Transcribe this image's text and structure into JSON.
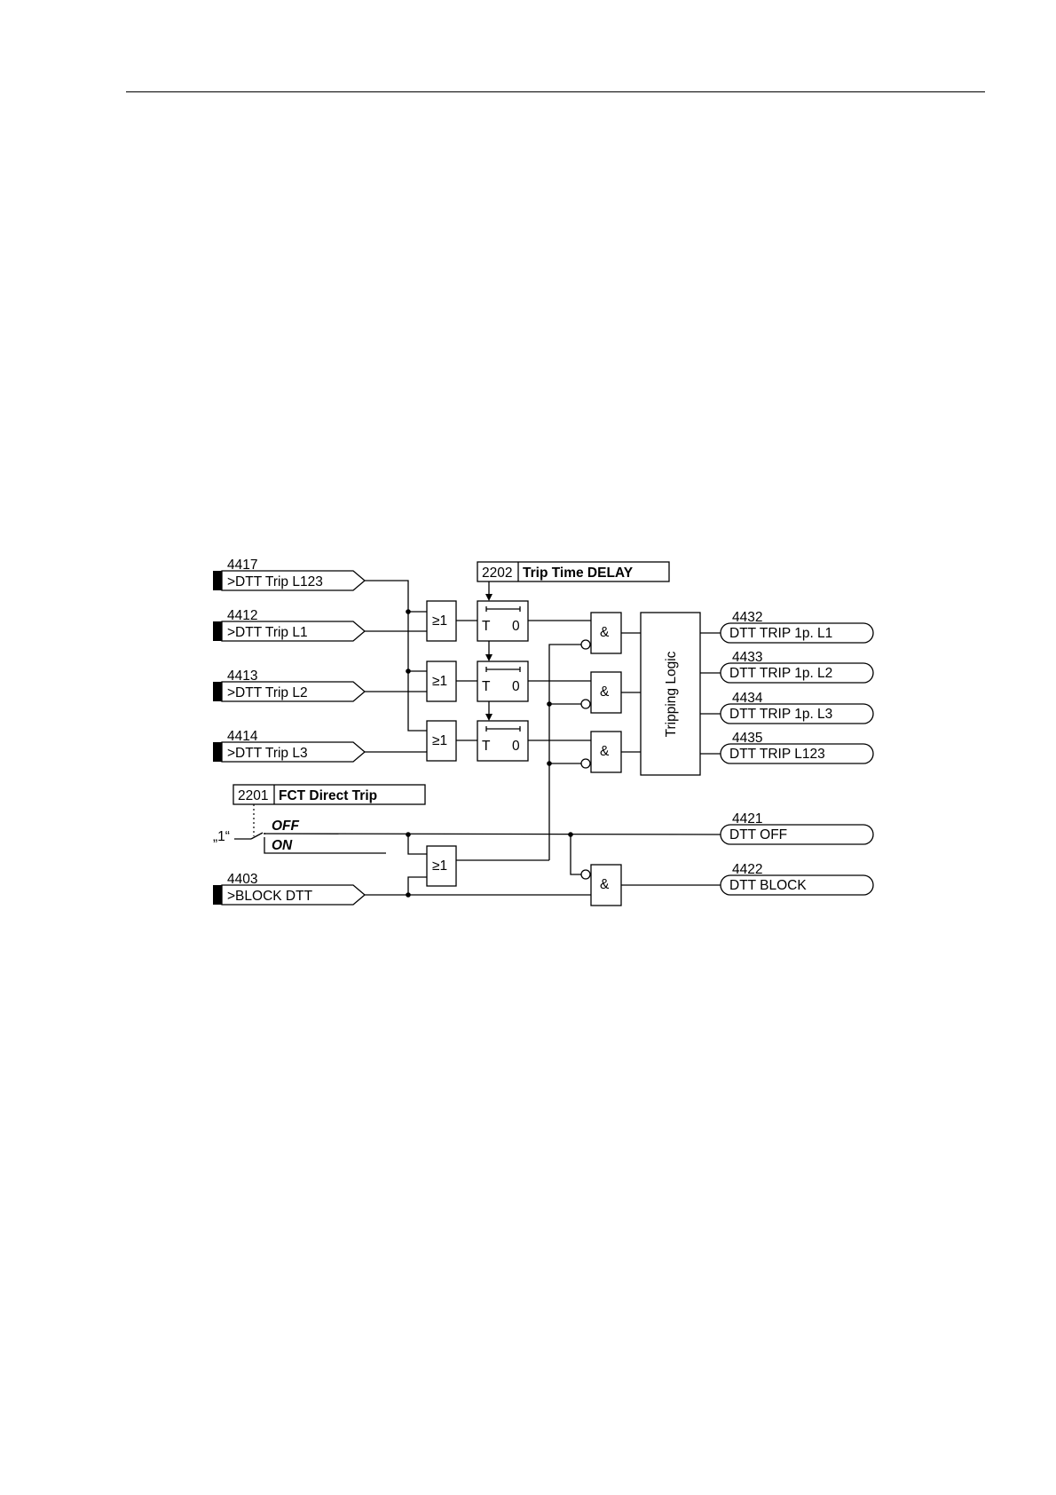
{
  "diagram": {
    "inputs": [
      {
        "num": "4417",
        "label": ">DTT Trip L123"
      },
      {
        "num": "4412",
        "label": ">DTT Trip L1"
      },
      {
        "num": "4413",
        "label": ">DTT Trip L2"
      },
      {
        "num": "4414",
        "label": ">DTT Trip L3"
      },
      {
        "num": "4403",
        "label": ">BLOCK DTT"
      }
    ],
    "settings": [
      {
        "num": "2202",
        "label": "Trip Time DELAY"
      },
      {
        "num": "2201",
        "label": "FCT Direct Trip"
      }
    ],
    "outputs": [
      {
        "num": "4432",
        "label": "DTT TRIP 1p. L1"
      },
      {
        "num": "4433",
        "label": "DTT TRIP 1p. L2"
      },
      {
        "num": "4434",
        "label": "DTT TRIP 1p. L3"
      },
      {
        "num": "4435",
        "label": "DTT TRIP L123"
      },
      {
        "num": "4421",
        "label": "DTT OFF"
      },
      {
        "num": "4422",
        "label": "DTT BLOCK"
      }
    ],
    "gates": {
      "or": "≥1",
      "and": "&"
    },
    "timer": {
      "t": "T",
      "zero": "0"
    },
    "tripping_logic": "Tripping Logic",
    "switch": {
      "constant": "„1“",
      "off": "OFF",
      "on": "ON"
    }
  }
}
